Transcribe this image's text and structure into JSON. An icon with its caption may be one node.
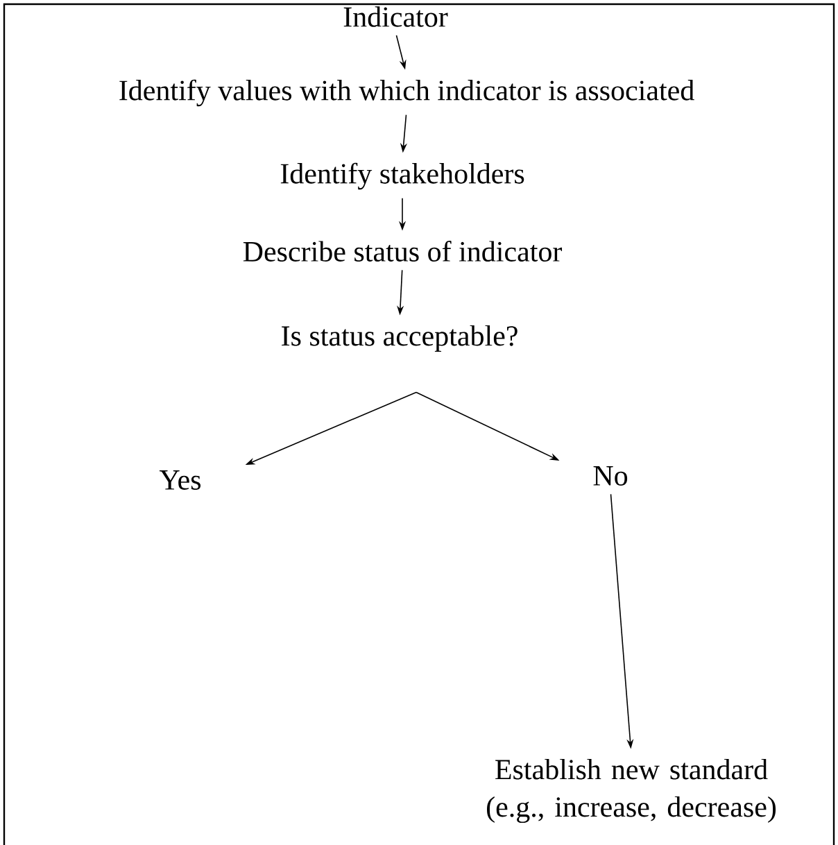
{
  "diagram": {
    "nodes": [
      {
        "text": [
          "Indicator"
        ]
      },
      {
        "text": [
          "Identify values with which indicator is associated"
        ]
      },
      {
        "text": [
          "Identify stakeholders"
        ]
      },
      {
        "text": [
          "Describe status of indicator"
        ]
      },
      {
        "text": [
          "Is status acceptable?"
        ]
      },
      {
        "text": [
          "Yes"
        ]
      },
      {
        "text": [
          "No"
        ]
      },
      {
        "text": [
          "Establish new standard (e.g., increase, decrease)"
        ]
      }
    ],
    "edges": [
      {
        "from": 0,
        "to": 1,
        "arrow": "to"
      },
      {
        "from": 1,
        "to": 2,
        "arrow": "to"
      },
      {
        "from": 2,
        "to": 3,
        "arrow": "to"
      },
      {
        "from": 3,
        "to": 4,
        "arrow": "to"
      },
      {
        "from": 4,
        "to": 5,
        "arrow": "to"
      },
      {
        "from": 4,
        "to": 6,
        "arrow": "to"
      },
      {
        "from": 6,
        "to": 7,
        "arrow": "to"
      }
    ]
  }
}
